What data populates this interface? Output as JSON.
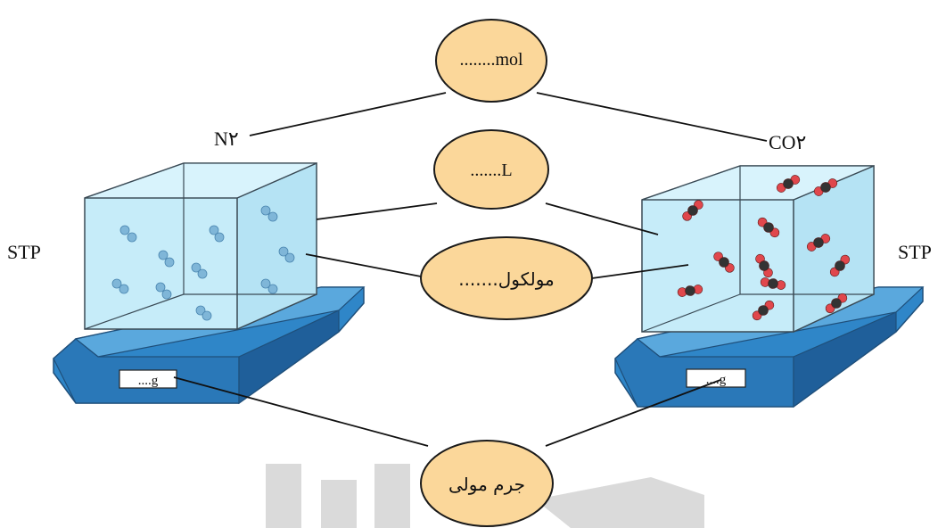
{
  "ellipses": {
    "mol": "........mol",
    "liter": ".......L",
    "molecule": "مولکول.......",
    "molar_mass": "جرم مولی"
  },
  "labels": {
    "n2": "N۲",
    "co2": "CO۲",
    "stp_left": "STP",
    "stp_right": "STP",
    "scale_left": "....g",
    "scale_right": "....g"
  },
  "colors": {
    "ellipse_fill": "#fbd79a",
    "ellipse_stroke": "#1a1a1a",
    "box_face": "#c6ecf9",
    "box_edge": "#3a4a55",
    "scale_blue": "#2f86c8",
    "scale_dark": "#1f5f9a",
    "oxygen": "#e0474c",
    "carbon": "#333333",
    "watermark": "#cfcfcf"
  }
}
